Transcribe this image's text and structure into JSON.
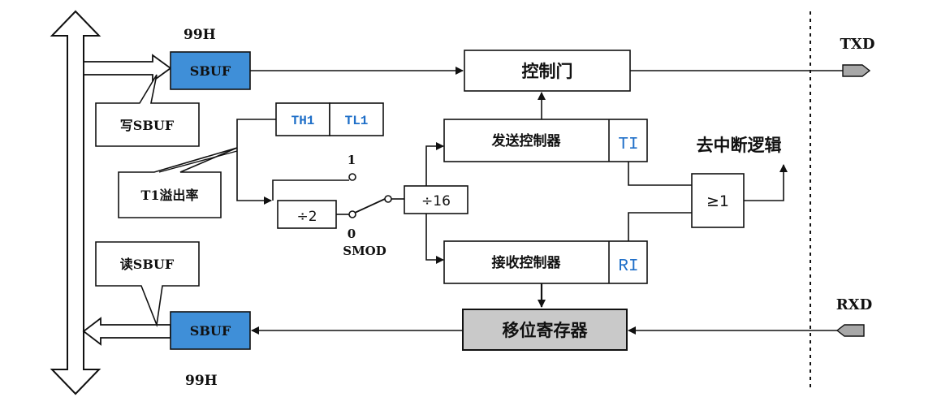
{
  "labels": {
    "addr_top": "99H",
    "addr_bottom": "99H",
    "sbuf_top": "SBUF",
    "sbuf_bottom": "SBUF",
    "write_sbuf": "写SBUF",
    "read_sbuf": "读SBUF",
    "th1": "TH1",
    "tl1": "TL1",
    "t1_overflow": "T1溢出率",
    "switch_1": "1",
    "switch_0": "0",
    "smod": "SMOD",
    "div2": "÷2",
    "div16": "÷16",
    "control_gate": "控制门",
    "tx_controller": "发送控制器",
    "rx_controller": "接收控制器",
    "ti": "TI",
    "ri": "RI",
    "interrupt_logic": "去中断逻辑",
    "or_gate": "≥1",
    "shift_register": "移位寄存器",
    "txd": "TXD",
    "rxd": "RXD"
  },
  "colors": {
    "sbuf_fill": "#3f8fd8",
    "shift_register_fill": "#c9c9c9",
    "ti_ri_text": "#1f6fc8"
  }
}
